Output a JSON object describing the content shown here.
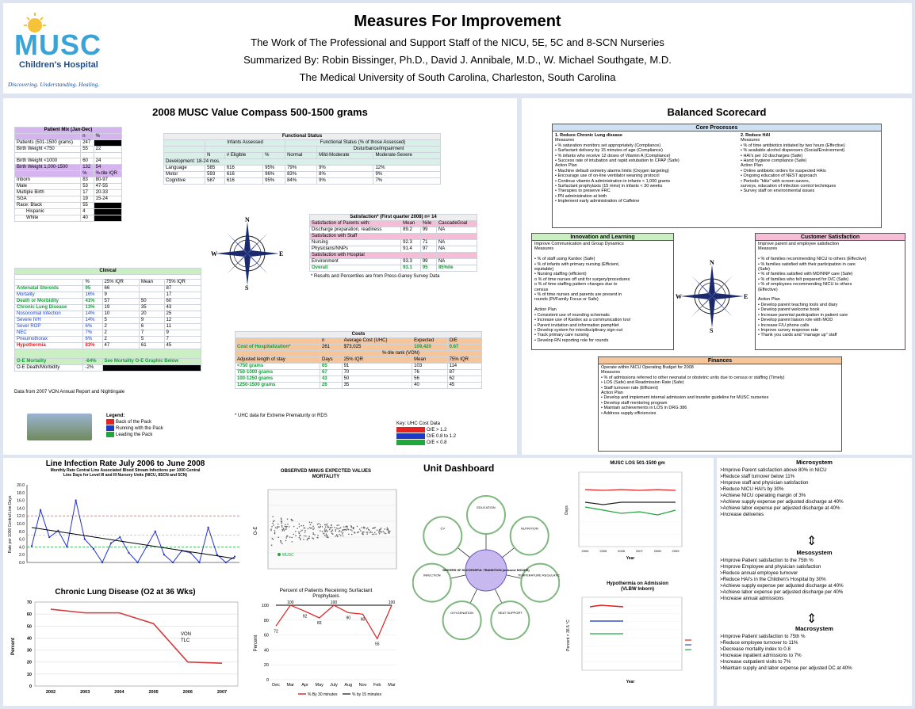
{
  "header": {
    "logo_text": "MUSC",
    "logo_sub": "Children's Hospital",
    "logo_tagline": "Discovering. Understanding. Healing.",
    "title": "Measures For Improvement",
    "line1": "The Work of The Professional and Support Staff of the NICU, 5E, 5C and 8-SCN Nurseries",
    "line2": "Summarized By: Robin Bissinger, Ph.D., David J. Annibale, M.D., W. Michael Southgate, M.D.",
    "line3": "The Medical University of South Carolina, Charleston, South Carolina"
  },
  "compass": {
    "title": "2008 MUSC Value Compass 500-1500 grams",
    "patient_mix": {
      "title": "Patient Mix (Jan-Dec)",
      "rows": [
        [
          "",
          "n",
          "%"
        ],
        [
          "Patients (501-1500 grams)",
          "247",
          ""
        ],
        [
          "Birth Weight <750",
          "55",
          "22"
        ],
        [
          "",
          "",
          ""
        ],
        [
          "Birth Weight <1000",
          "60",
          "24"
        ],
        [
          "Birth Weight 1,000-1500",
          "132",
          "54"
        ],
        [
          "",
          "%",
          "%-tile IQR"
        ],
        [
          "Inborn",
          "83",
          "80-97"
        ],
        [
          "Male",
          "53",
          "47-55"
        ],
        [
          "Multiple Birth",
          "17",
          "20-33"
        ],
        [
          "SGA",
          "19",
          "15-24"
        ],
        [
          "Race: Black",
          "55",
          ""
        ],
        [
          "Hispanic",
          "4",
          ""
        ],
        [
          "White",
          "40",
          ""
        ]
      ]
    },
    "functional": {
      "title": "Functional Status",
      "group1": "Infants Assessed",
      "group2": "Functional Status (% of those Assessed)",
      "sub": "Disturbance/Impairment",
      "cols": [
        "N",
        "# Eligible",
        "%",
        "Normal",
        "Mild-Moderate",
        "Moderate-Severe"
      ],
      "section": "Development: 18-24 mos.",
      "rows": [
        [
          "Language",
          "585",
          "616",
          "95%",
          "79%",
          "9%",
          "12%"
        ],
        [
          "Motor",
          "593",
          "616",
          "96%",
          "83%",
          "8%",
          "9%"
        ],
        [
          "Cognitive",
          "587",
          "616",
          "95%",
          "84%",
          "9%",
          "7%"
        ]
      ]
    },
    "satisfaction": {
      "title": "Satisfaction* (First quarter 2008) n= 14",
      "cols": [
        "Satisfaction of Parents with:",
        "Mean",
        "%ile",
        "CascadeGoal"
      ],
      "rows": [
        [
          "Discharge preparation, readiness",
          "89.2",
          "99",
          "NA"
        ],
        [
          "Satisfaction with Staff",
          "",
          "",
          ""
        ],
        [
          "Nursing",
          "92.3",
          "71",
          "NA"
        ],
        [
          "Physicians/NNPs",
          "91.4",
          "97",
          "NA"
        ],
        [
          "Satisfaction with Hospital",
          "",
          "",
          ""
        ],
        [
          "Environment",
          "93.3",
          "99",
          "NA"
        ],
        [
          "Overall",
          "93.1",
          "95",
          "85%ile"
        ]
      ],
      "note": "* Results and Percentiles are from Press-Ganey Survey Data"
    },
    "clinical": {
      "title": "Clinical",
      "cols": [
        "",
        "%",
        "25% IQR",
        "Mean",
        "75% IQR"
      ],
      "rows": [
        [
          "Antenatal Steroids",
          "95",
          "66",
          "",
          "87"
        ],
        [
          "Mortality",
          "16%",
          "9",
          "",
          "17"
        ],
        [
          "Death or Morbidity",
          "41%",
          "57",
          "50",
          "60"
        ],
        [
          "Chronic Lung Disease",
          "13%",
          "19",
          "35",
          "43"
        ],
        [
          "Nosocomial Infection",
          "14%",
          "10",
          "20",
          "25"
        ],
        [
          "Severe IVH",
          "14%",
          "5",
          "9",
          "12"
        ],
        [
          "Sever ROP",
          "6%",
          "2",
          "6",
          "11"
        ],
        [
          "NEC",
          "7%",
          "2",
          "7",
          "9"
        ],
        [
          "Pneumothorax",
          "6%",
          "2",
          "5",
          "7"
        ],
        [
          "Hypothermia",
          "83%",
          "47",
          "61",
          "45"
        ]
      ],
      "oe_mort": [
        "O-E Mortality",
        "-64%",
        "See Mortality O-E Graphic Below"
      ],
      "oe_death": [
        "O-E Death/Morbidity",
        "-2%",
        ""
      ],
      "note": "Data from 2007 VON Annual Report and Nightingale"
    },
    "costs": {
      "title": "Costs",
      "cols": [
        "",
        "n",
        "Average Cost (UHC)",
        "Expected",
        "O/E"
      ],
      "hosp": [
        "Cost of Hospitalization*",
        "261",
        "$73,025",
        "109,420",
        "0.67"
      ],
      "rank_hdr": "%-tile rank (VON)",
      "cols2": [
        "Adjusted length of stay",
        "Days",
        "25% IQR",
        "Mean",
        "75% IQR"
      ],
      "rows": [
        [
          "<750 grams",
          "65",
          "91",
          "103",
          "114"
        ],
        [
          "750-1000 grams",
          "67",
          "70",
          "76",
          "87"
        ],
        [
          "100-1250 grams",
          "43",
          "50",
          "56",
          "62"
        ],
        [
          "1250-1500 grams",
          "26",
          "35",
          "40",
          "45"
        ]
      ],
      "note": "* UHC data for Extreme Prematurity or RDS"
    },
    "legend": {
      "title": "Legend:",
      "items": [
        "Back of the Pack",
        "Running with the Pack",
        "Leading the Pack"
      ],
      "key_title": "Key: UHC Cost Data",
      "key_items": [
        "O/E > 1.2",
        "O/E 0.8 to 1.2",
        "O/E < 0.8"
      ]
    }
  },
  "scorecard": {
    "title": "Balanced Scorecard",
    "core": {
      "title": "Core Processes",
      "left_title": "1. Reduce Chronic Lung disease",
      "left": [
        "Measures",
        "• % saturation monitors set appropriately (Compliance)",
        "• Surfactant delivery by 15 minutes of age (Compliance)",
        "• % infants who receive 12 doses of Vitamin A (Compliance)",
        "• Success rate of intubation and rapid extubation to CPAP (Safe)",
        "Action Plan",
        "• Machine default oximetry alarms limits (Oxygen targeting)",
        "• Encourage use of on-line ventilator weaning protocol",
        "• Continue vitamin A administration in infants < 1,000 grams",
        "• Surfactant prophylaxis (15 mins) in infants < 30 weeks",
        "• Therapies to preserve FRC",
        "• PN administration at birth",
        "• Implement early administration of Caffeine"
      ],
      "right_title": "2. Reduce HAI",
      "right": [
        "Measures",
        "• % of time antibiotics initiated by two hours (Effective)",
        "• % available alcohol dispensers (Social/Environment)",
        "• HAI's per 10 discharges (Safe)",
        "• Hand hygiene compliance (Safe)",
        "Action Plan",
        "• Online antibiotic orders for suspected HAIs",
        "• Ongoing education of NEST approach",
        "• Periodic \"blitz\" with screen savers,",
        "  surveys, education of infection control techniques",
        "• Survey staff on environmental issues"
      ]
    },
    "innovation": {
      "title": "Innovation and Learning",
      "items": [
        "Improve Communication and Group Dynamics",
        "Measures",
        "",
        "• % of staff using Kardex (Safe)",
        "• % of infants with primary nursing (Efficient,",
        "   equitable)",
        "• Nursing staffing (efficient)",
        "  o % of time nurses off unit for surgery/procedures",
        "  o % of time staffing pattern changes due to",
        "   census",
        "• % of time nurses and parents are present in",
        "   rounds (Pt/Family Focus or Safe)",
        "",
        "Action Plan",
        "• Consistent use of rounding schematic",
        "• Increase use of Kardex as a communication tool",
        "• Parent invitation and information pamphlet",
        "• Develop system for interdisciplinary sign-out",
        "• Track primary care nursing",
        "• Develop RN reporting role for rounds"
      ]
    },
    "customer": {
      "title": "Customer Satisfaction",
      "items": [
        "Improve parent and employee satisfaction",
        "Measures",
        "",
        "• % of families recommending NICU to others (Effective)",
        "• % families satisfied with their participation in care",
        "   (Safe)",
        "• % of families satisfied with MD/NNP care (Safe)",
        "• % of families who felt prepared for D/C (Safe)",
        "• % of employees recommending NICU to others",
        "   (Effective)",
        "",
        "Action Plan",
        "• Develop parent teaching tools and diary",
        "• Develop parent welcome book",
        "• Increase parental participation in patient care",
        "• Develop parent liaison role with MOD",
        "• Increase F/U phone calls",
        "• Improve survey response rate",
        "• Thank you cards and \"manage up\" staff"
      ]
    },
    "finances": {
      "title": "Finances",
      "items": [
        "Operate within NICU Operating Budget for 2008",
        "Measures",
        "• % of admissions referred to other neonatal or obstetric units due to census or staffing (Timely)",
        "• LOS (Safe) and Readmission Rate (Safe)",
        "• Staff turnover rate (Efficient)",
        "Action Plan",
        "• Develop and implement internal admission and transfer guideline for MUSC nurseries",
        "• Develop staff mentoring program",
        "• Maintain achievements in LOS in DRG 386",
        "• Address supply efficiencies"
      ]
    }
  },
  "dashboard": {
    "title": "Unit Dashboard",
    "line_infection": {
      "title": "Line Infection Rate July 2006 to June 2008",
      "sub1": "Monthly Rate Central Line Associated Blood Stream Infections per 1000 Central",
      "sub2": "Line Days for Level III and III Nursery Units (NICU, 8SCN and 5CN)",
      "ylabel": "Rate per 1000 Central Line Days",
      "yticks": [
        "20.0",
        "18.0",
        "16.0",
        "14.0",
        "12.0",
        "10.0",
        "8.0",
        "6.0",
        "4.0",
        "2.0",
        "0.0"
      ],
      "values": [
        4.2,
        13.5,
        6.5,
        8.2,
        4.0,
        16.0,
        6.0,
        3.5,
        0.0,
        5.0,
        6.5,
        2.5,
        0.0,
        4.0,
        8.0,
        2.0,
        0.0,
        3.0,
        2.5,
        0.0,
        9.0,
        2.0,
        0.0,
        1.5
      ]
    },
    "cld": {
      "title": "Chronic Lung Disease (O2 at 36 Wks)",
      "ylabel": "Percent",
      "yticks": [
        "70",
        "60",
        "50",
        "40",
        "30",
        "20",
        "10",
        "0"
      ],
      "xticks": [
        "2002",
        "2003",
        "2004",
        "2005",
        "2006",
        "2007"
      ],
      "values": [
        64,
        61,
        61,
        52,
        20,
        19
      ],
      "note1": "VON",
      "note2": "TLC"
    },
    "mortality": {
      "title": "OBSERVED MINUS EXPECTED VALUES",
      "sub": "MORTALITY",
      "label": "MUSC"
    },
    "surfactant": {
      "title": "Percent of Patients Receiving Surfactant",
      "title2": "Prophylaxis",
      "ylabel": "Percent",
      "yticks": [
        "100",
        "80",
        "60",
        "40",
        "20",
        "0"
      ],
      "xticks": [
        "Dec",
        "Mar",
        "Apr",
        "May",
        "July",
        "Aug",
        "Nov",
        "Feb",
        "Mar"
      ],
      "series_a": [
        72,
        100,
        92,
        83,
        100,
        90,
        88,
        55,
        100
      ],
      "series_b": [
        100,
        100,
        100,
        100,
        100,
        100,
        100,
        100,
        100
      ],
      "labels": [
        "72",
        "100",
        "92",
        "83",
        "100",
        "90",
        "90",
        "55",
        "100"
      ],
      "legend_a": "% By 30 minutes",
      "legend_b": "% by 15 minutes"
    },
    "hub": {
      "center": "DRIVERS OF SUCCESSFUL TRANSITION (outcome NICUHS)",
      "nodes": [
        "EDUCATION",
        "NUTRITION",
        "TEMPERATURE REGULATION",
        "SEAT SUPPORT",
        "OXYGENATION",
        "INFECTION",
        "CV"
      ]
    },
    "los": {
      "title": "MUSC LOS 501-1500 gm",
      "ylabel": "Days",
      "xlabel": "Year",
      "xticks": [
        "2004",
        "2005",
        "2006",
        "2007",
        "2008",
        "2009"
      ]
    },
    "hypothermia": {
      "title": "Hypothermia on Admission",
      "sub": "(VLBW Inborn)",
      "ylabel": "Percent < 36.5 °C",
      "xlabel": "Year"
    }
  },
  "systems": {
    "micro": {
      "title": "Microsystem",
      "items": [
        ">Improve Parent satisfaction above 80% in NICU",
        ">Reduce staff turnover below 11%",
        ">Improve staff and physician satisfaction",
        ">Reduce NICU HAI's by 30%",
        ">Achieve NICU operating margin of 3%",
        ">Achieve supply expense per adjusted discharge at 40%",
        ">Achieve labor expense per adjusted discharge at 40%",
        ">Increase deliveries"
      ]
    },
    "meso": {
      "title": "Mesosystem",
      "items": [
        ">Improve Patient satisfaction to the 75th %",
        ">Improve Employee and physician satisfaction",
        ">Reduce annual employee turnover",
        ">Reduce HAI's in the Children's Hospital by 30%",
        ">Achieve supply expense per adjusted discharge at 40%",
        ">Achieve labor expense per adjusted discharge per 40%",
        ">Increase annual admissions"
      ]
    },
    "macro": {
      "title": "Macrosystem",
      "items": [
        ">Improve Patient satisfaction to 75th %",
        ">Reduce employee turnover to 11%",
        ">Decrease mortality index to 0.8",
        ">Increase inpatient admissions to 7%",
        ">Increase outpatient visits to 7%",
        ">Maintain supply and labor expense per adjusted DC at 40%"
      ]
    }
  }
}
